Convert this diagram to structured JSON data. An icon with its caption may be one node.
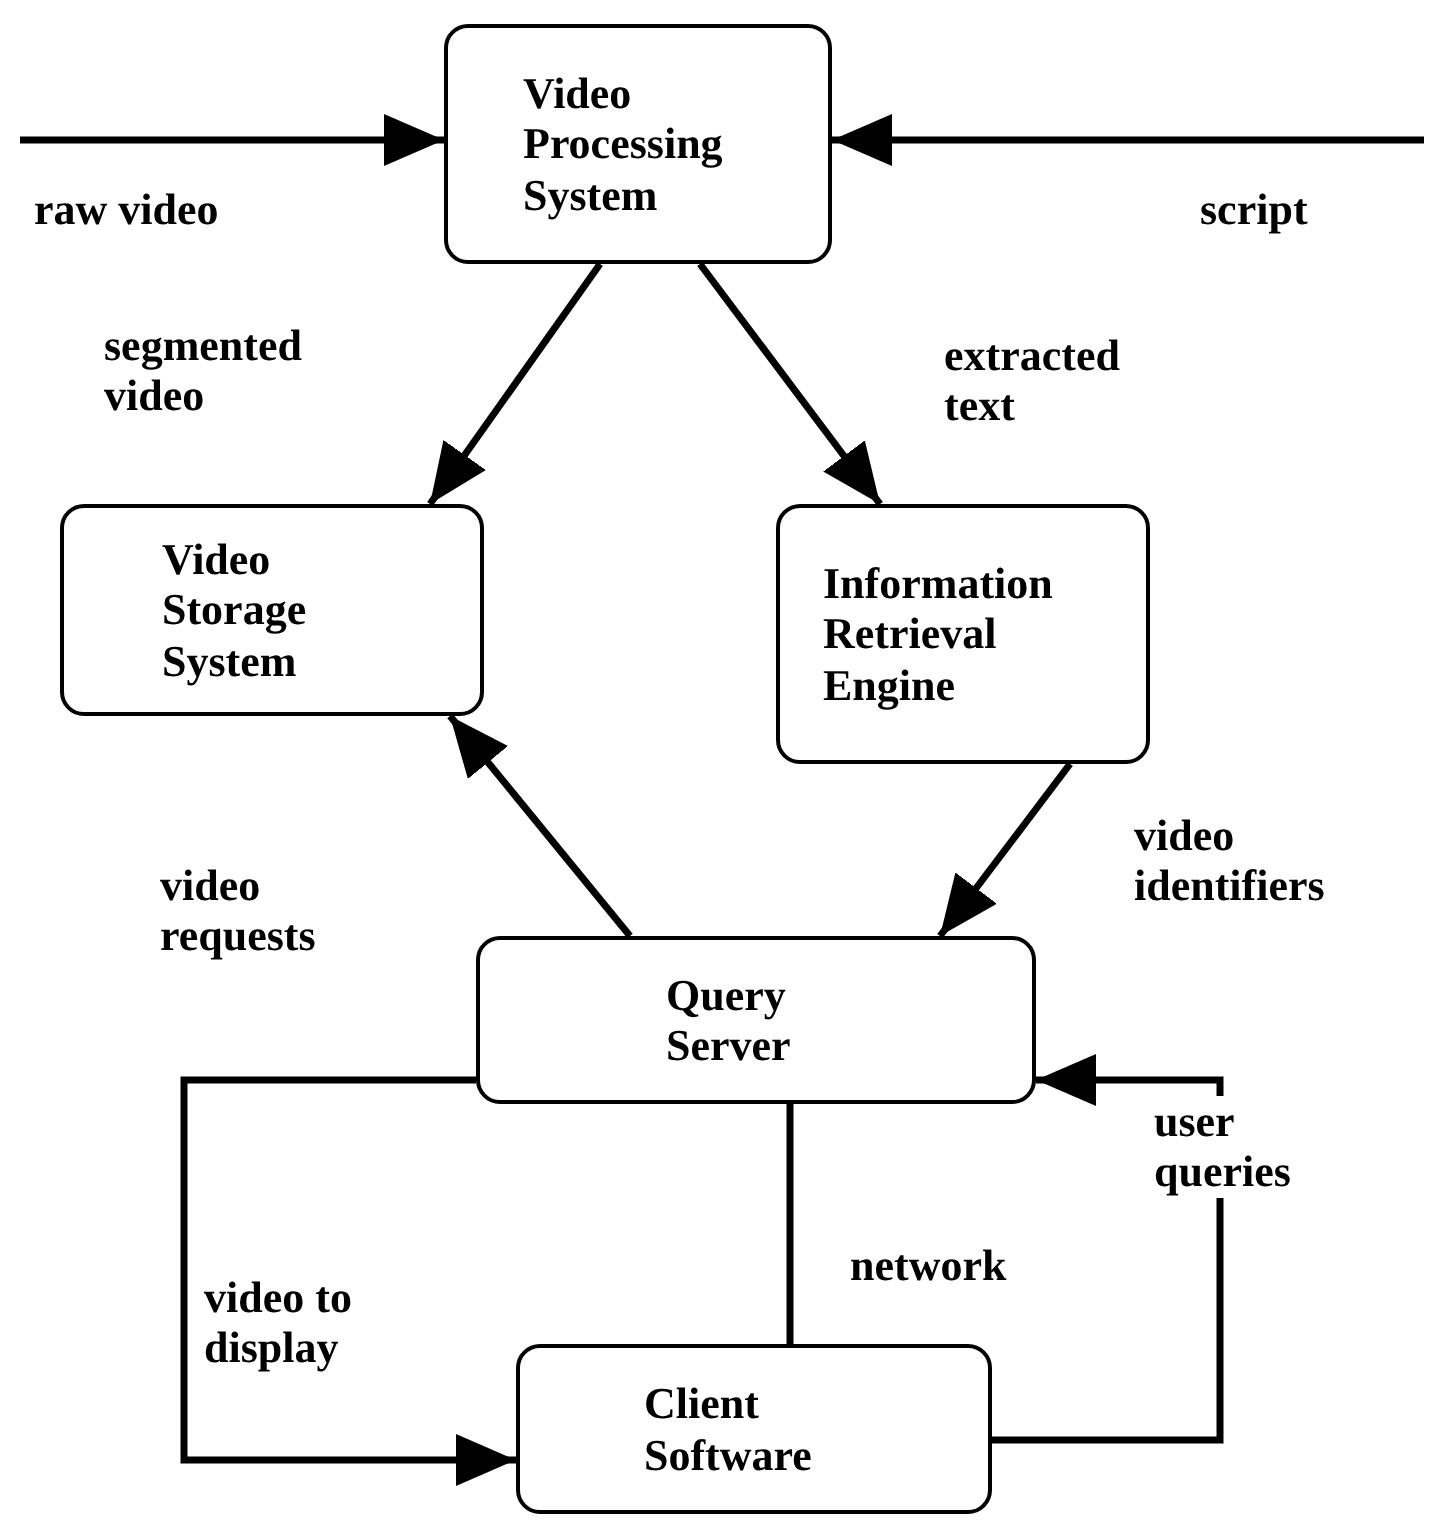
{
  "diagram": {
    "nodes": [
      {
        "text": [
          "Video Processing System"
        ]
      },
      {
        "text": [
          "Video Storage System"
        ]
      },
      {
        "text": [
          "Information Retrieval Engine"
        ]
      },
      {
        "text": [
          "Query Server"
        ]
      },
      {
        "text": [
          "Client Software"
        ]
      }
    ],
    "edges": [
      {
        "from": null,
        "to": 0,
        "arrow": "to",
        "label": "raw video"
      },
      {
        "from": null,
        "to": 0,
        "arrow": "to",
        "label": "script"
      },
      {
        "from": 0,
        "to": 1,
        "arrow": "to",
        "label": "segmented video"
      },
      {
        "from": 0,
        "to": 2,
        "arrow": "to",
        "label": "extracted text"
      },
      {
        "from": 3,
        "to": 1,
        "arrow": "to",
        "label": "video requests"
      },
      {
        "from": 2,
        "to": 3,
        "arrow": "to",
        "label": "video identifiers"
      },
      {
        "from": 3,
        "to": 4,
        "arrow": "to",
        "label": "video to display"
      },
      {
        "from": 4,
        "to": 3,
        "arrow": "to",
        "label": "user queries"
      },
      {
        "from": 3,
        "to": 4,
        "arrow": "none",
        "label": "network"
      }
    ]
  }
}
